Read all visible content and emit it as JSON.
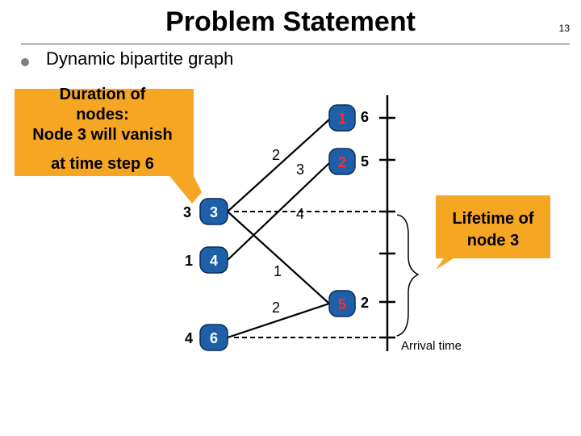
{
  "slide": {
    "title": "Problem Statement",
    "page_number": "13",
    "bullet": "Dynamic bipartite graph"
  },
  "callouts": {
    "duration": {
      "lines": [
        "Duration of",
        "nodes:",
        "Node 3 will vanish",
        "at time step 6"
      ],
      "fill": "#f5a623"
    },
    "lifetime": {
      "lines": [
        "Lifetime of",
        "node 3"
      ],
      "fill": "#f5a623"
    }
  },
  "left_nodes": [
    {
      "id": "3",
      "duration": "3"
    },
    {
      "id": "4",
      "duration": "1"
    },
    {
      "id": "6",
      "duration": "4"
    }
  ],
  "right_nodes": [
    {
      "id": "1",
      "duration": "6"
    },
    {
      "id": "2",
      "duration": "5"
    },
    {
      "id": "5",
      "duration": "2"
    }
  ],
  "edge_weights": [
    "2",
    "3",
    "4",
    "1",
    "2"
  ],
  "timeline": {
    "label": "Arrival time"
  },
  "colors": {
    "node_blue": "#1f5fa8",
    "node_outline": "#0b2e5a",
    "accent_red": "#ff2a2a"
  }
}
